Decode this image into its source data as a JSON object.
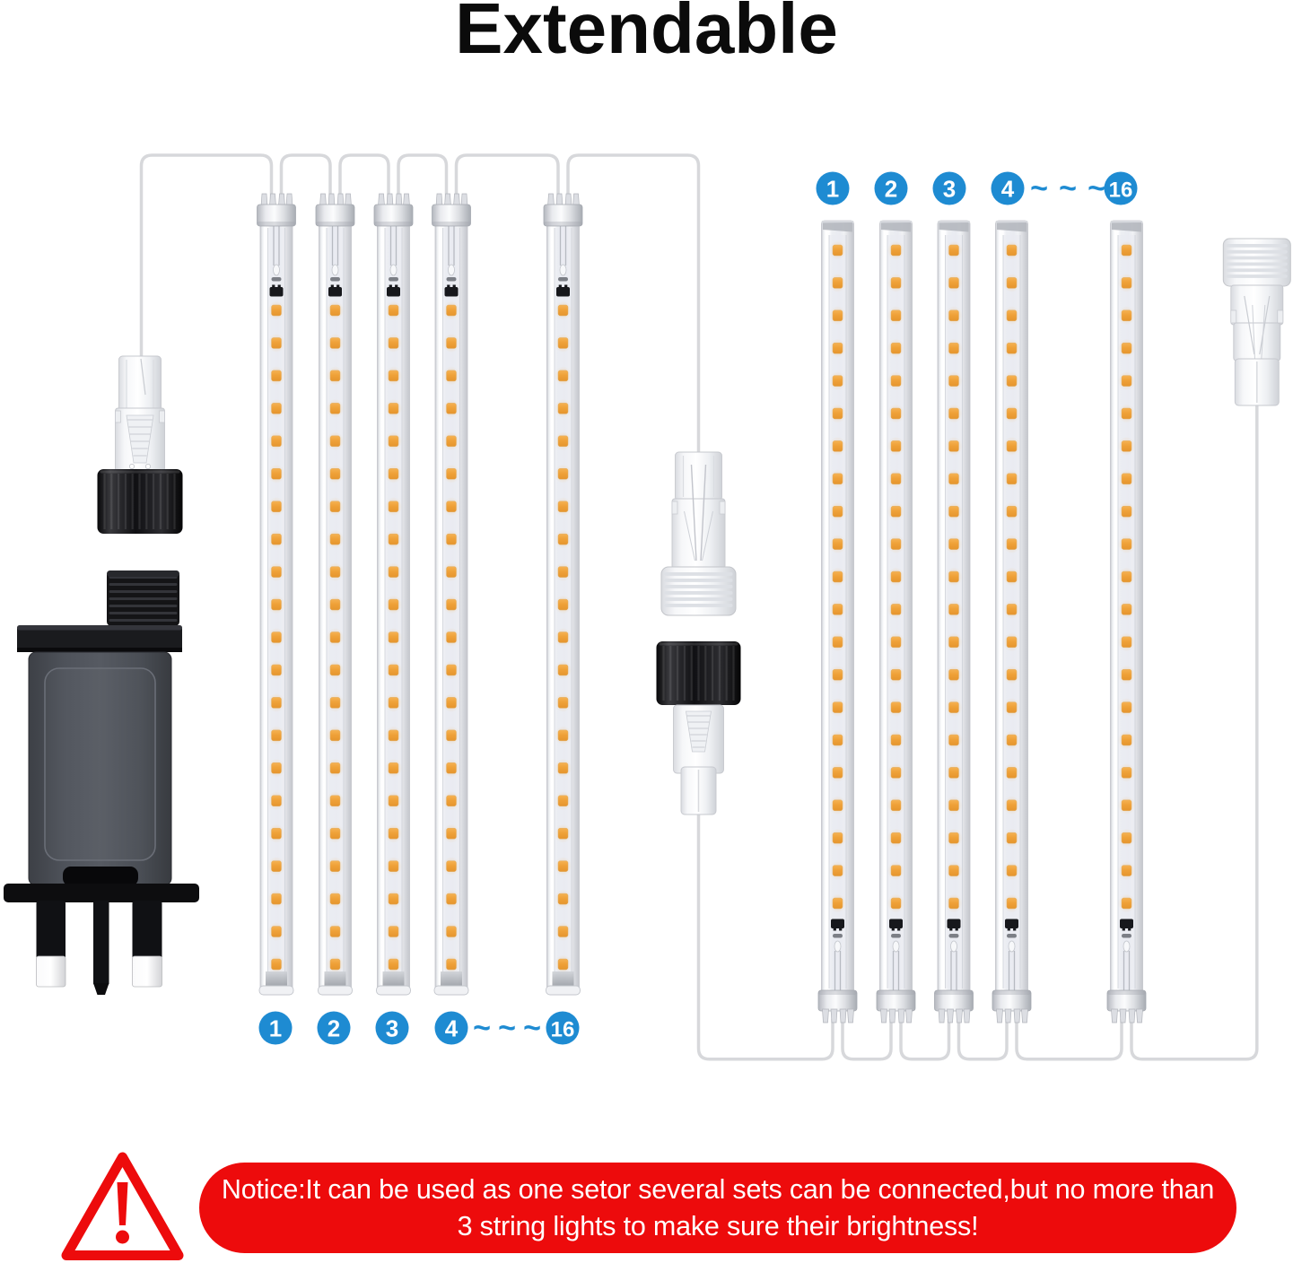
{
  "title": {
    "text": "Extendable"
  },
  "palette": {
    "badge_blue": "#1e8bd2",
    "led_orange": "#f0a438",
    "wire_grey": "#d7d8db",
    "notice_red": "#ed0b0c",
    "title_black": "#0b0b0b",
    "text_white": "#ffffff"
  },
  "left_group": {
    "description": "main-string-lights-set-with-plug",
    "labels": [
      "1",
      "2",
      "3",
      "4",
      "16"
    ],
    "separator": "~ ~ ~",
    "tubes_shown": 5,
    "leds_per_tube": 21
  },
  "right_group": {
    "description": "extension-string-lights-set",
    "labels": [
      "1",
      "2",
      "3",
      "4",
      "16"
    ],
    "separator": "~ ~ ~",
    "tubes_shown": 5,
    "leds_per_tube": 21
  },
  "notice": {
    "line1": "Notice:It can be used as one setor several sets can be connected,but no more than",
    "line2": "3 string lights to make sure their brightness!"
  },
  "components": {
    "plug": "uk-three-pin-power-adapter",
    "left_connector": "female-screw-connector-with-black-cap",
    "middle_connector_top": "male-screw-connector",
    "middle_connector_bottom": "female-screw-connector-with-black-cap",
    "right_connector": "male-screw-connector",
    "warning_icon": "warning-triangle-icon"
  }
}
